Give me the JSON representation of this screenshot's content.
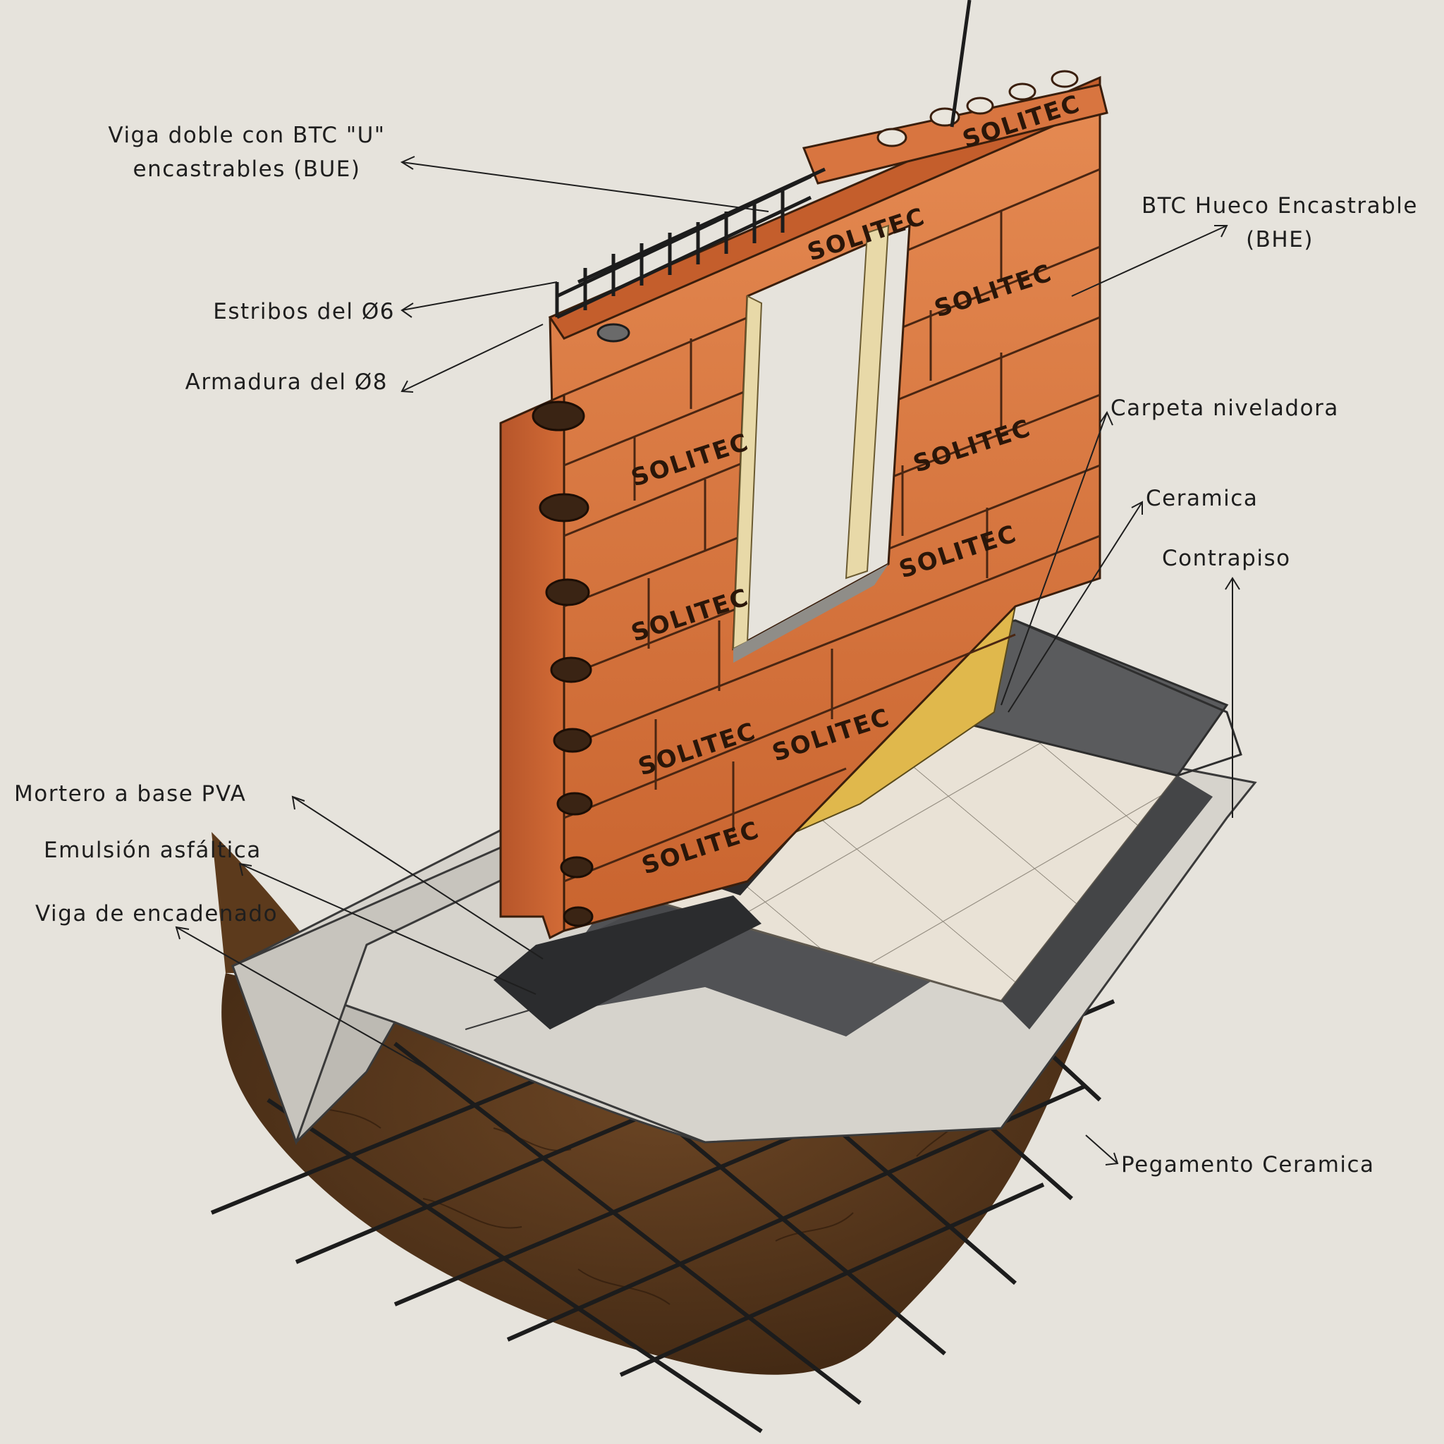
{
  "brand": "SOLITEC",
  "colors": {
    "paper": "#e6e3dc",
    "brick": "#d8743e",
    "brick_dark": "#9c4a22",
    "concrete": "#d4d1ca",
    "asphalt": "#3c3d3f",
    "soil": "#5a3a20",
    "ink": "#1e1e1e"
  },
  "labels": {
    "viga_doble_l1": "Viga doble con BTC \"U\"",
    "viga_doble_l2": "encastrables (BUE)",
    "estribos": "Estribos del Ø6",
    "armadura": "Armadura del Ø8",
    "btc_hueco_l1": "BTC Hueco Encastrable",
    "btc_hueco_l2": "(BHE)",
    "carpeta": "Carpeta niveladora",
    "ceramica": "Ceramica",
    "contrapiso": "Contrapiso",
    "mortero": "Mortero a base PVA",
    "emulsion": "Emulsión asfáltica",
    "viga_encadenado": "Viga de encadenado",
    "pegamento": "Pegamento Ceramica"
  }
}
